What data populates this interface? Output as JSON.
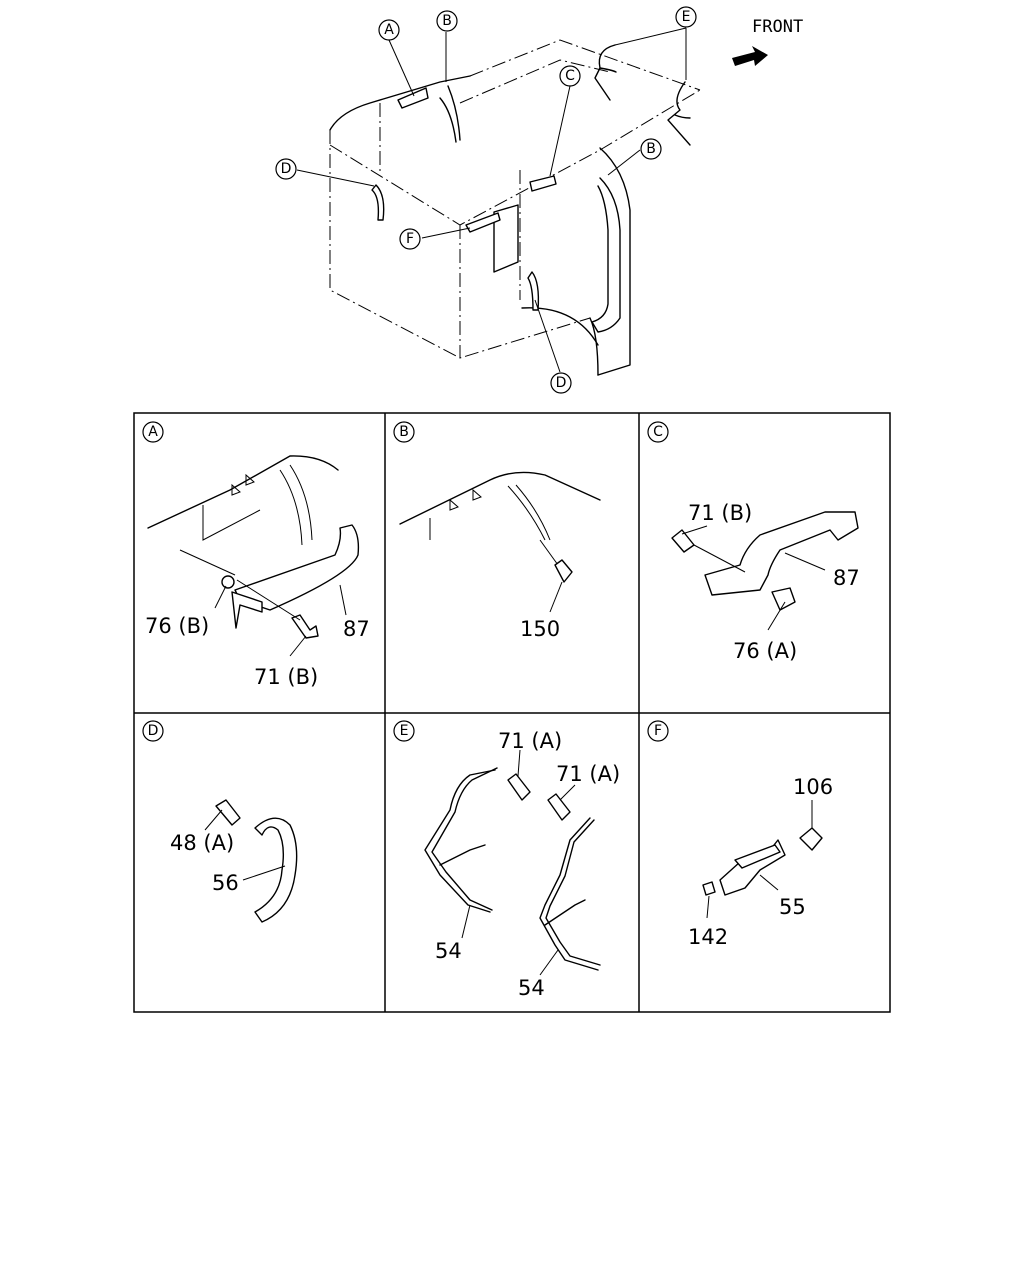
{
  "front_label": "FRONT",
  "overview_callouts": [
    "A",
    "B",
    "C",
    "D",
    "E",
    "B",
    "F",
    "D"
  ],
  "panels": [
    {
      "id": "A",
      "parts": [
        "76 (B)",
        "87",
        "71 (B)"
      ]
    },
    {
      "id": "B",
      "parts": [
        "150"
      ]
    },
    {
      "id": "C",
      "parts": [
        "71 (B)",
        "87",
        "76 (A)"
      ]
    },
    {
      "id": "D",
      "parts": [
        "48 (A)",
        "56"
      ]
    },
    {
      "id": "E",
      "parts": [
        "71 (A)",
        "71 (A)",
        "54",
        "54"
      ]
    },
    {
      "id": "F",
      "parts": [
        "106",
        "55",
        "142"
      ]
    }
  ]
}
